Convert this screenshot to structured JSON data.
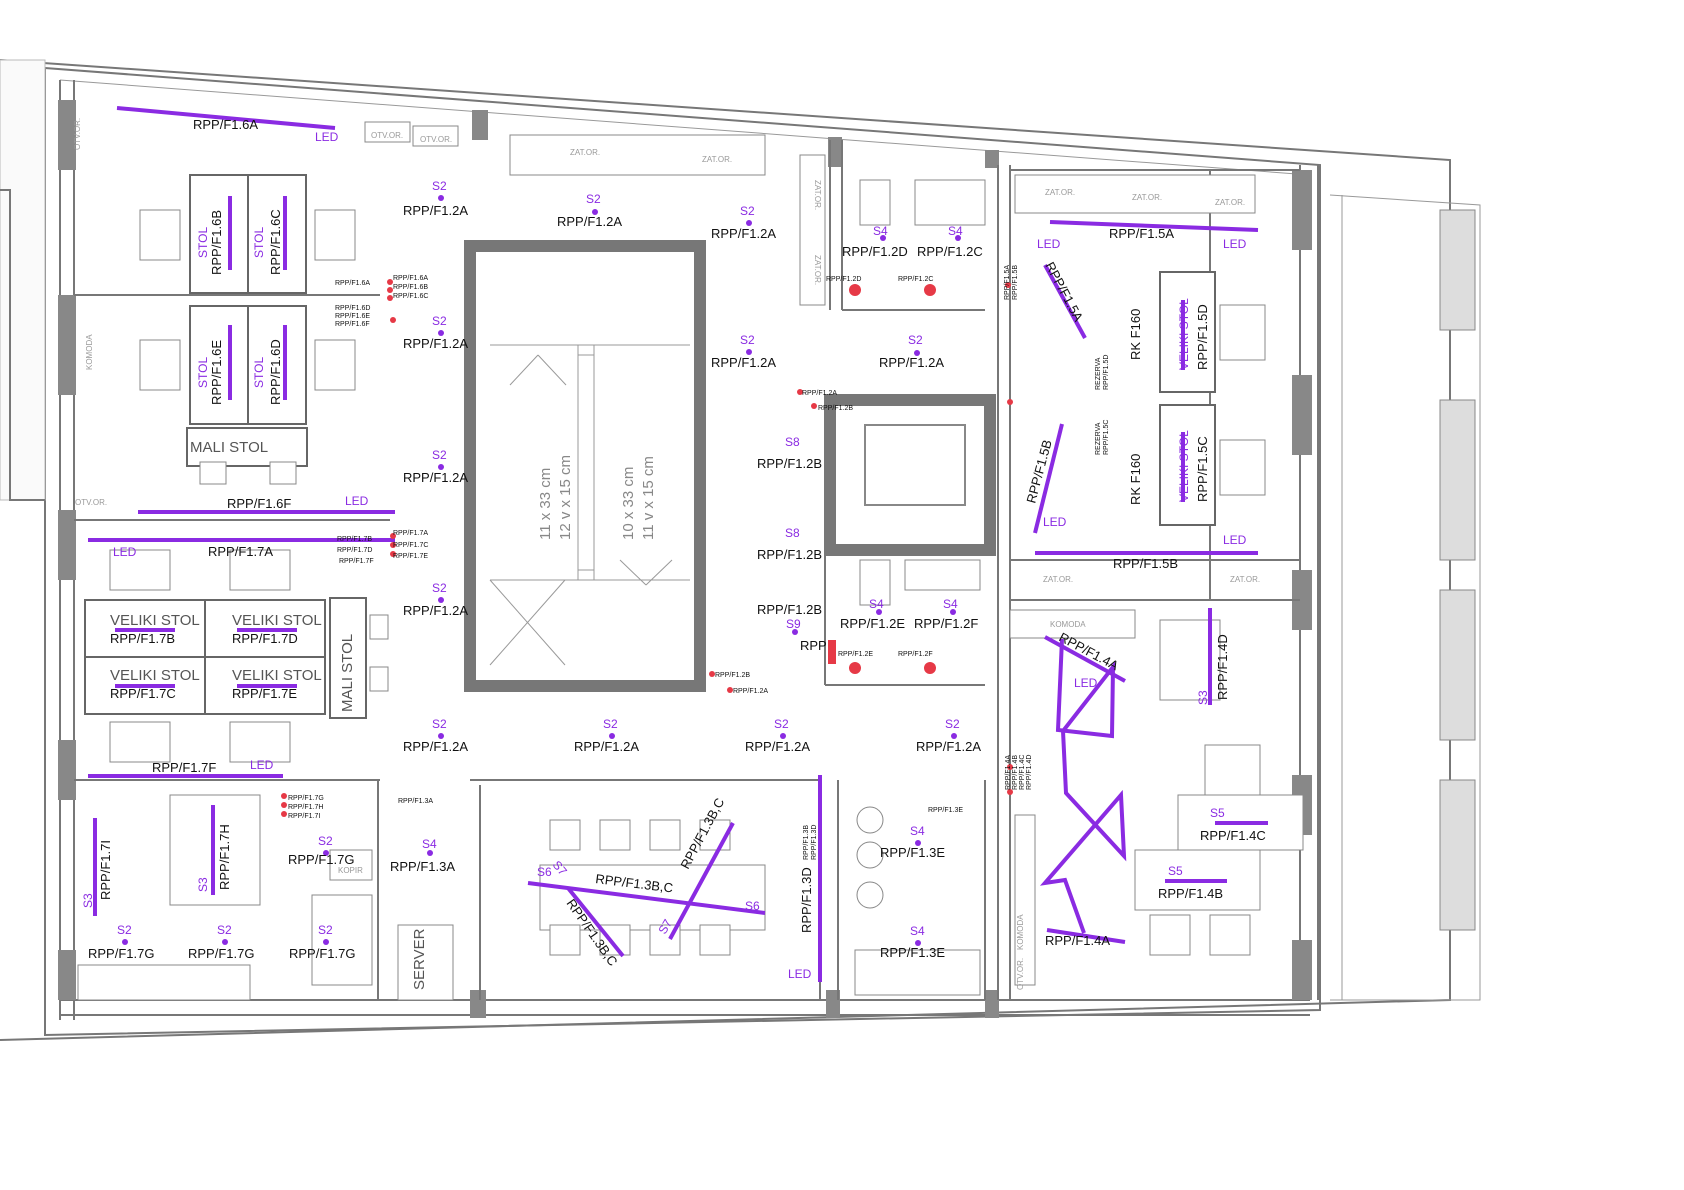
{
  "colors": {
    "accent": "#8a2be2",
    "wall": "#777777",
    "socket": "#e63946"
  },
  "fixtures": [
    {
      "type": "S2",
      "circuit": "RPP/F1.2A"
    },
    {
      "type": "S4",
      "circuit": "RPP/F1.2D"
    },
    {
      "type": "S4",
      "circuit": "RPP/F1.2C"
    },
    {
      "type": "S8",
      "circuit": "RPP/F1.2B"
    },
    {
      "type": "S4",
      "circuit": "RPP/F1.2E"
    },
    {
      "type": "S4",
      "circuit": "RPP/F1.2F"
    },
    {
      "type": "S9",
      "circuit": "RPP/F1.2B"
    },
    {
      "type": "S4",
      "circuit": "RPP/F1.3A"
    },
    {
      "type": "S4",
      "circuit": "RPP/F1.3E"
    },
    {
      "type": "S2",
      "circuit": "RPP/F1.7G"
    },
    {
      "type": "S5",
      "circuit": "RPP/F1.4C"
    },
    {
      "type": "S5",
      "circuit": "RPP/F1.4B"
    }
  ],
  "labels": {
    "f16a": "RPP/F1.6A",
    "f16f": "RPP/F1.6F",
    "f17a": "RPP/F1.7A",
    "f17f": "RPP/F1.7F",
    "f15a": "RPP/F1.5A",
    "f15b": "RPP/F1.5B",
    "f15a_diag": "RPP/F1.5A",
    "f14a": "RPP/F1.4A",
    "f14d": "RPP/F1.4D",
    "f13d": "RPP/F1.3D",
    "f13bc": "RPP/F1.3B,C",
    "f17i": "RPP/F1.7I",
    "f17h": "RPP/F1.7H",
    "f12a": "RPP/F1.2A",
    "f12b": "RPP/F1.2B",
    "rpp": "RPP",
    "led": "LED",
    "s2": "S2",
    "s3": "S3",
    "s4": "S4",
    "s5": "S5",
    "s6": "S6",
    "s7": "S7",
    "s8": "S8",
    "s9": "S9",
    "veliki_stol": "VELIKI STOL",
    "mali_stol": "MALI STOL",
    "stol": "STOL",
    "rk_f160": "RK F160",
    "server": "SERVER",
    "kopir": "KOPIR",
    "komoda": "KOMODA",
    "zat_or": "ZAT.OR.",
    "otv_or": "OTV.OR.",
    "stair_a1": "11 x 33 cm",
    "stair_a2": "12 v x 15 cm",
    "stair_b1": "10 x 33 cm",
    "stair_b2": "11 v x 15 cm",
    "desk_labels": {
      "f16b": "RPP/F1.6B",
      "f16c": "RPP/F1.6C",
      "f16e": "RPP/F1.6E",
      "f16d": "RPP/F1.6D",
      "f17b": "RPP/F1.7B",
      "f17d": "RPP/F1.7D",
      "f17c": "RPP/F1.7C",
      "f17e": "RPP/F1.7E",
      "f15d": "RPP/F1.5D",
      "f15c": "RPP/F1.5C",
      "f14c": "RPP/F1.4C",
      "f14b": "RPP/F1.4B",
      "f17g": "RPP/F1.7G"
    },
    "small": {
      "f16a": "RPP/F1.6A",
      "f16b": "RPP/F1.6B",
      "f16c": "RPP/F1.6C",
      "f16d": "RPP/F1.6D",
      "f16e": "RPP/F1.6E",
      "f16f": "RPP/F1.6F",
      "f17a": "RPP/F1.7A",
      "f17b": "RPP/F1.7B",
      "f17c": "RPP/F1.7C",
      "f17d": "RPP/F1.7D",
      "f17e": "RPP/F1.7E",
      "f17f": "RPP/F1.7F",
      "f17g": "RPP/F1.7G",
      "f17h": "RPP/F1.7H",
      "f17i": "RPP/F1.7I",
      "f12a": "RPP/F1.2A",
      "f12b": "RPP/F1.2B",
      "f12c": "RPP/F1.2C",
      "f12d": "RPP/F1.2D",
      "f12e": "RPP/F1.2E",
      "f12f": "RPP/F1.2F",
      "f13a": "RPP/F1.3A",
      "f13b": "RPP/F1.3B",
      "f13d": "RPP/F1.3D",
      "f13e": "RPP/F1.3E",
      "f14a": "RPP/F1.4A",
      "f14b": "RPP/F1.4B",
      "f14c": "RPP/F1.4C",
      "f14d": "RPP/F1.4D",
      "f15a": "RPP/F1.5A",
      "f15b": "RPP/F1.5B",
      "f15c": "RPP/F1.5C",
      "f15d": "RPP/F1.5D",
      "rezerva": "REZERVA"
    }
  }
}
